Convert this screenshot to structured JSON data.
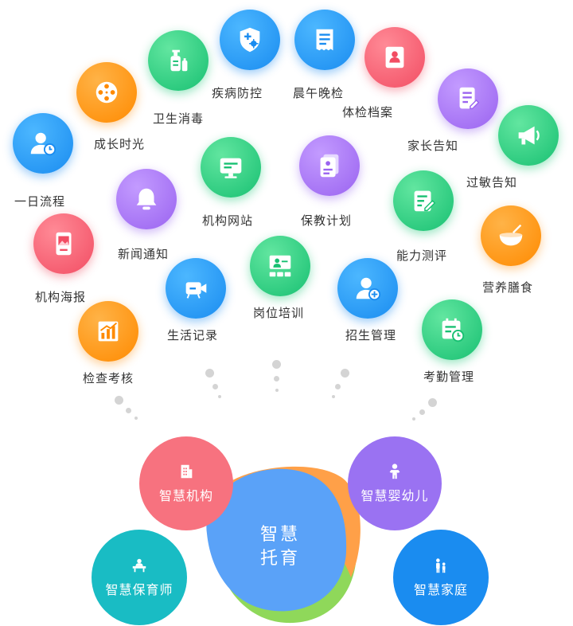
{
  "features": [
    {
      "id": "yiri",
      "label": "一日流程",
      "icon": "user-clock-icon",
      "color": "blue"
    },
    {
      "id": "chengzhang",
      "label": "成长时光",
      "icon": "film-reel-icon",
      "color": "orange"
    },
    {
      "id": "weisheng",
      "label": "卫生消毒",
      "icon": "sanitizer-icon",
      "color": "green"
    },
    {
      "id": "jibing",
      "label": "疾病防控",
      "icon": "shield-virus-icon",
      "color": "blue"
    },
    {
      "id": "chenwu",
      "label": "晨午晚检",
      "icon": "receipt-icon",
      "color": "blue"
    },
    {
      "id": "tijian",
      "label": "体检档案",
      "icon": "profile-card-icon",
      "color": "red"
    },
    {
      "id": "jiazhang",
      "label": "家长告知",
      "icon": "document-edit-icon",
      "color": "purple"
    },
    {
      "id": "guomin",
      "label": "过敏告知",
      "icon": "megaphone-icon",
      "color": "green"
    },
    {
      "id": "jigouwang",
      "label": "机构网站",
      "icon": "monitor-icon",
      "color": "green"
    },
    {
      "id": "baojiao",
      "label": "保教计划",
      "icon": "plan-document-icon",
      "color": "purple"
    },
    {
      "id": "nengli",
      "label": "能力测评",
      "icon": "clipboard-pen-icon",
      "color": "green"
    },
    {
      "id": "yingyang",
      "label": "营养膳食",
      "icon": "food-bowl-icon",
      "color": "orange"
    },
    {
      "id": "xinwen",
      "label": "新闻通知",
      "icon": "bell-icon",
      "color": "purple"
    },
    {
      "id": "haibao",
      "label": "机构海报",
      "icon": "poster-icon",
      "color": "red"
    },
    {
      "id": "gangwei",
      "label": "岗位培训",
      "icon": "training-board-icon",
      "color": "green"
    },
    {
      "id": "shenghuo",
      "label": "生活记录",
      "icon": "video-camera-icon",
      "color": "blue"
    },
    {
      "id": "zhaosheng",
      "label": "招生管理",
      "icon": "user-add-icon",
      "color": "blue"
    },
    {
      "id": "kaoqin",
      "label": "考勤管理",
      "icon": "calendar-clock-icon",
      "color": "green"
    },
    {
      "id": "jiancha",
      "label": "检查考核",
      "icon": "bar-chart-icon",
      "color": "orange"
    }
  ],
  "center": {
    "line1": "智慧",
    "line2": "托育"
  },
  "pillars": [
    {
      "id": "jigou",
      "label": "智慧机构",
      "icon": "building-icon",
      "color": "#f7727f"
    },
    {
      "id": "baoyu",
      "label": "智慧保育师",
      "icon": "teacher-desk-icon",
      "color": "#19bcc4"
    },
    {
      "id": "yingyou",
      "label": "智慧婴幼儿",
      "icon": "baby-icon",
      "color": "#9a72f2"
    },
    {
      "id": "jiating",
      "label": "智慧家庭",
      "icon": "family-icon",
      "color": "#1a8cf0"
    }
  ],
  "colors": {
    "orange": "#ff8a00",
    "green": "#18c072",
    "blue": "#1a8cf0",
    "red": "#f24d63",
    "purple": "#9a63f0",
    "center_blob": "#5aa2f8",
    "blob_orange": "#ffa048",
    "blob_green": "#8fd85a"
  }
}
